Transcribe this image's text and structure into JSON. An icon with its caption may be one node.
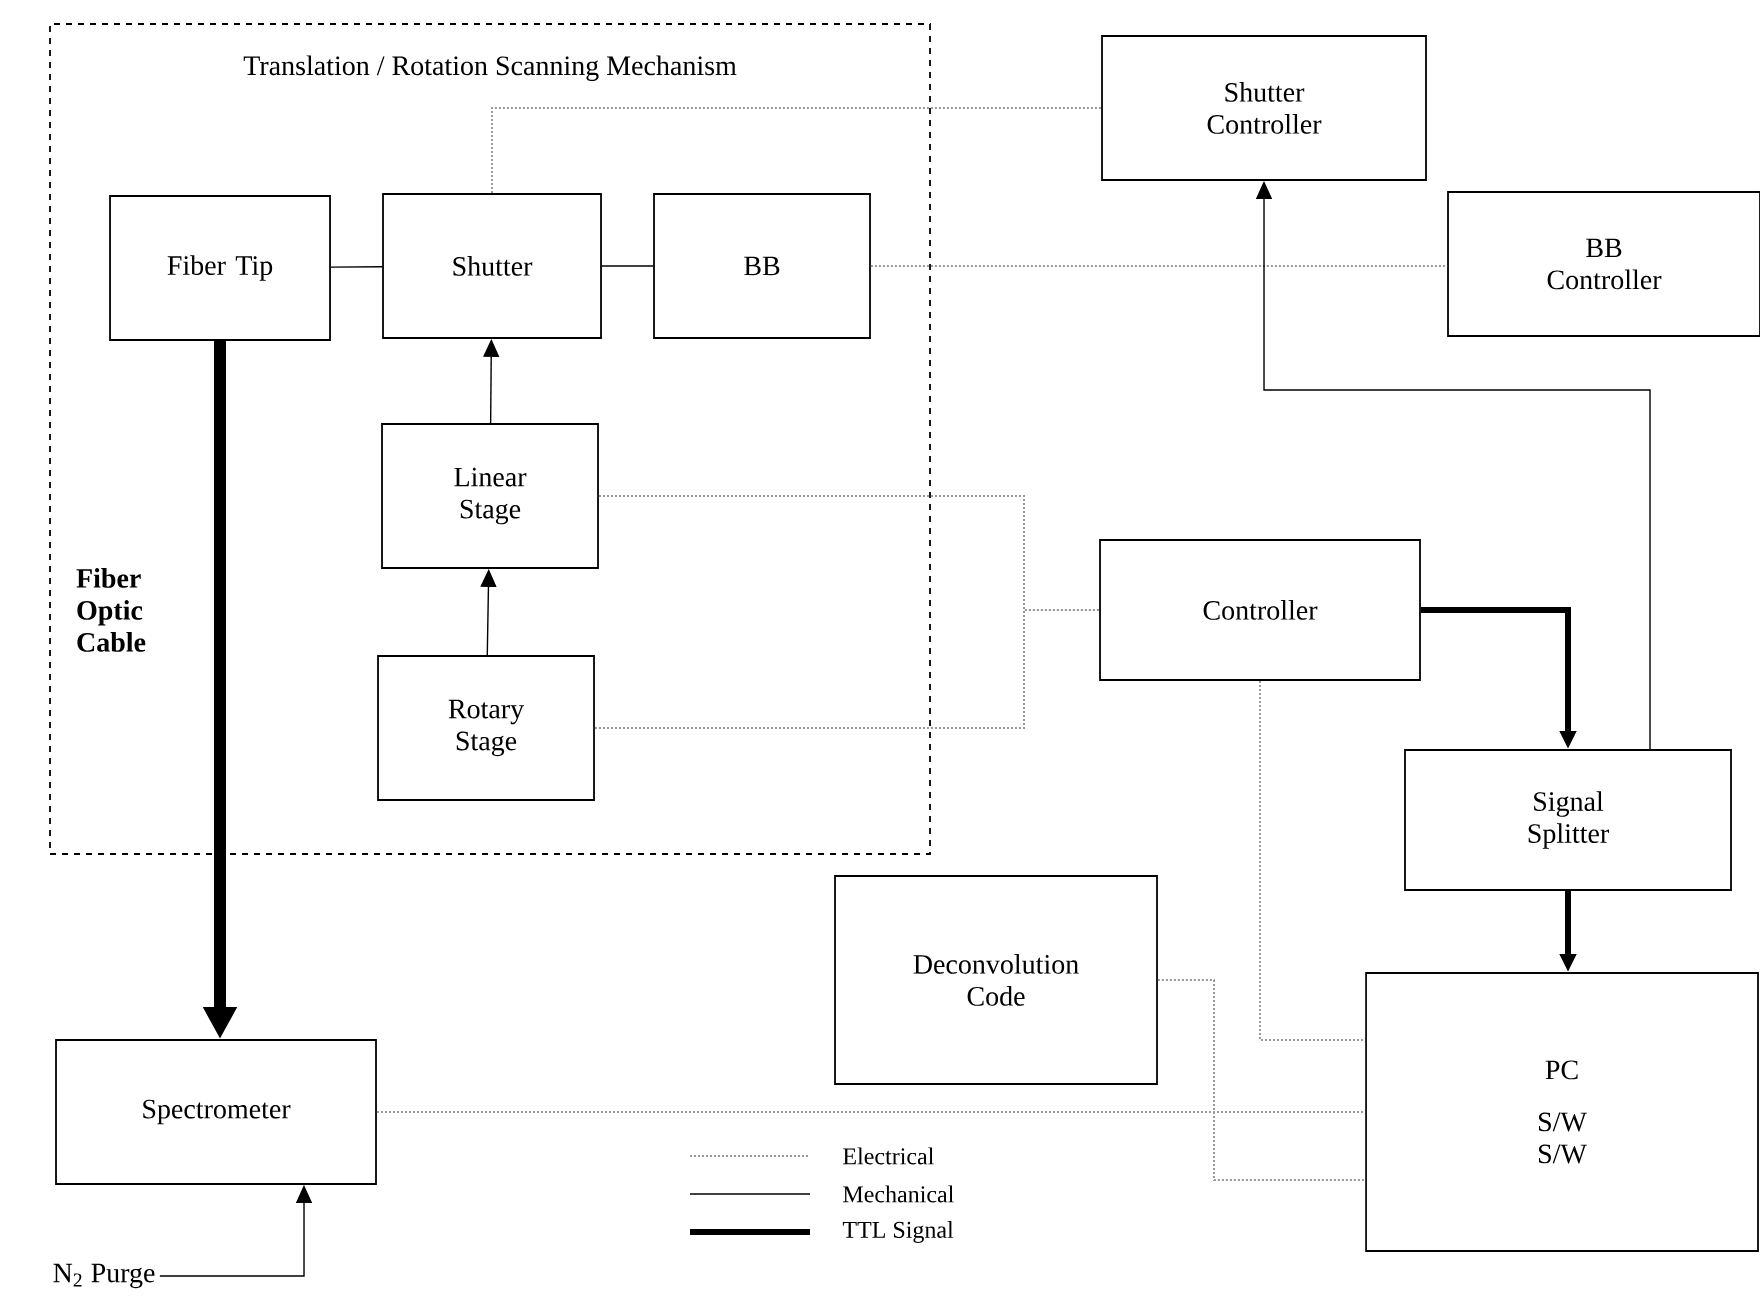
{
  "diagram": {
    "nodes": [
      {
        "text": [
          "Translation / Rotation Scanning Mechanism"
        ]
      },
      {
        "text": [
          "Fiber Tip"
        ],
        "in": 0
      },
      {
        "text": [
          "Shutter"
        ],
        "in": 0
      },
      {
        "text": [
          "BB"
        ],
        "in": 0
      },
      {
        "text": [
          "Linear Stage"
        ],
        "in": 0
      },
      {
        "text": [
          "Rotary Stage"
        ],
        "in": 0
      },
      {
        "text": [
          "Shutter Controller"
        ]
      },
      {
        "text": [
          "BB Controller"
        ]
      },
      {
        "text": [
          "Controller"
        ]
      },
      {
        "text": [
          "Signal Splitter"
        ]
      },
      {
        "text": [
          "Deconvolution Code"
        ]
      },
      {
        "text": [
          "Spectrometer"
        ]
      },
      {
        "text": [
          "PC",
          "S/W S/W"
        ]
      },
      {
        "text": [
          "N$_{2}$ Purge"
        ]
      }
    ],
    "edges": [
      {
        "from": 1,
        "to": 2,
        "arrow": "none"
      },
      {
        "from": 2,
        "to": 3,
        "arrow": "none"
      },
      {
        "from": 4,
        "to": 2,
        "arrow": "to"
      },
      {
        "from": 5,
        "to": 4,
        "arrow": "to"
      },
      {
        "from": 1,
        "to": 11,
        "arrow": "to",
        "style": "thick",
        "label": "Fiber Optic Cable"
      },
      {
        "from": 2,
        "to": 6,
        "arrow": "none",
        "style": "dashed",
        "color": "#999999"
      },
      {
        "from": 3,
        "to": 7,
        "arrow": "none",
        "style": "dashed",
        "color": "#999999"
      },
      {
        "from": 4,
        "to": 8,
        "arrow": "none",
        "style": "dashed",
        "color": "#999999"
      },
      {
        "from": 5,
        "to": 8,
        "arrow": "none",
        "style": "dashed",
        "color": "#999999"
      },
      {
        "from": 8,
        "to": 9,
        "arrow": "to",
        "style": "thick"
      },
      {
        "from": 9,
        "to": 6,
        "arrow": "to"
      },
      {
        "from": 9,
        "to": 12,
        "arrow": "to",
        "style": "thick"
      },
      {
        "from": 8,
        "to": 12,
        "arrow": "none",
        "style": "dashed",
        "color": "#999999"
      },
      {
        "from": 10,
        "to": 12,
        "arrow": "none",
        "style": "dashed",
        "color": "#999999"
      },
      {
        "from": 11,
        "to": 12,
        "arrow": "none",
        "style": "dashed",
        "color": "#999999"
      },
      {
        "from": 13,
        "to": 11,
        "arrow": "to"
      }
    ],
    "legend": [
      {
        "text": "Electrical"
      },
      {
        "text": "Mechanical"
      },
      {
        "text": "TTL Signal"
      }
    ]
  }
}
